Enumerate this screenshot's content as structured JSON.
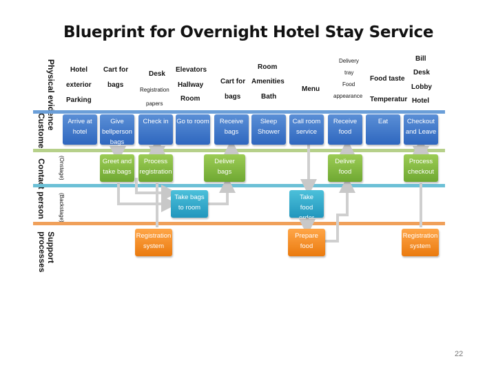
{
  "title": "Blueprint for Overnight Hotel Stay Service",
  "slide_number": "22",
  "row_labels": {
    "physical_evidence": "Physical evidence",
    "customer": "Customer",
    "contact_person": "Contact person",
    "onstage": "(Onstage)",
    "backstage": "(Backstage)",
    "support": "Support processes"
  },
  "physical_evidence": {
    "hotel": "Hotel",
    "exterior": "exterior",
    "parking": "Parking",
    "cart_for": "Cart for",
    "bags": "bags",
    "desk": "Desk",
    "registration": "Registration",
    "papers": "papers",
    "elevators": "Elevators",
    "hallway": "Hallway",
    "room": "Room",
    "cart_for_2": "Cart for",
    "bags_2": "bags",
    "room_2": "Room",
    "amenities": "Amenities",
    "bath": "Bath",
    "menu": "Menu",
    "delivery": "Delivery",
    "tray": "tray",
    "food": "Food",
    "appearance": "appearance",
    "food_taste": "Food taste",
    "temperature": "Temperatur",
    "bill": "Bill",
    "desk_2": "Desk",
    "lobby": "Lobby",
    "hotel_2": "Hotel"
  },
  "customer_actions": [
    {
      "line1": "Arrive at",
      "line2": "hotel",
      "line3": ""
    },
    {
      "line1": "Give",
      "line2": "bellperson",
      "line3": "bags"
    },
    {
      "line1": "Check in",
      "line2": "",
      "line3": ""
    },
    {
      "line1": "Go to room",
      "line2": "",
      "line3": ""
    },
    {
      "line1": "Receive",
      "line2": "bags",
      "line3": ""
    },
    {
      "line1": "Sleep",
      "line2": "Shower",
      "line3": ""
    },
    {
      "line1": "Call room",
      "line2": "service",
      "line3": ""
    },
    {
      "line1": "Receive",
      "line2": "food",
      "line3": ""
    },
    {
      "line1": "Eat",
      "line2": "",
      "line3": ""
    },
    {
      "line1": "Checkout",
      "line2": "and Leave",
      "line3": ""
    }
  ],
  "onstage_actions": [
    {
      "line1": "Greet and",
      "line2": "take bags"
    },
    {
      "line1": "Process",
      "line2": "registration"
    },
    {
      "line1": "Deliver",
      "line2": "bags"
    },
    {
      "line1": "Deliver",
      "line2": "food"
    },
    {
      "line1": "Process",
      "line2": "checkout"
    }
  ],
  "backstage_actions": [
    {
      "line1": "Take bags",
      "line2": "to room",
      "line3": ""
    },
    {
      "line1": "Take",
      "line2": "food",
      "line3": "order"
    }
  ],
  "support_processes": [
    {
      "line1": "Registration",
      "line2": "system"
    },
    {
      "line1": "Prepare",
      "line2": "food"
    },
    {
      "line1": "Registration",
      "line2": "system"
    }
  ],
  "colors": {
    "customer_boxes": "#3a73c8",
    "onstage_boxes": "#82b843",
    "backstage_boxes": "#2ba8cc",
    "support_boxes": "#f08a1e",
    "line_of_interaction": "#6a9ed8",
    "line_of_visibility": "#b6d08a",
    "internal_interaction": "#6cc0d6",
    "support_line": "#f0a05a"
  }
}
